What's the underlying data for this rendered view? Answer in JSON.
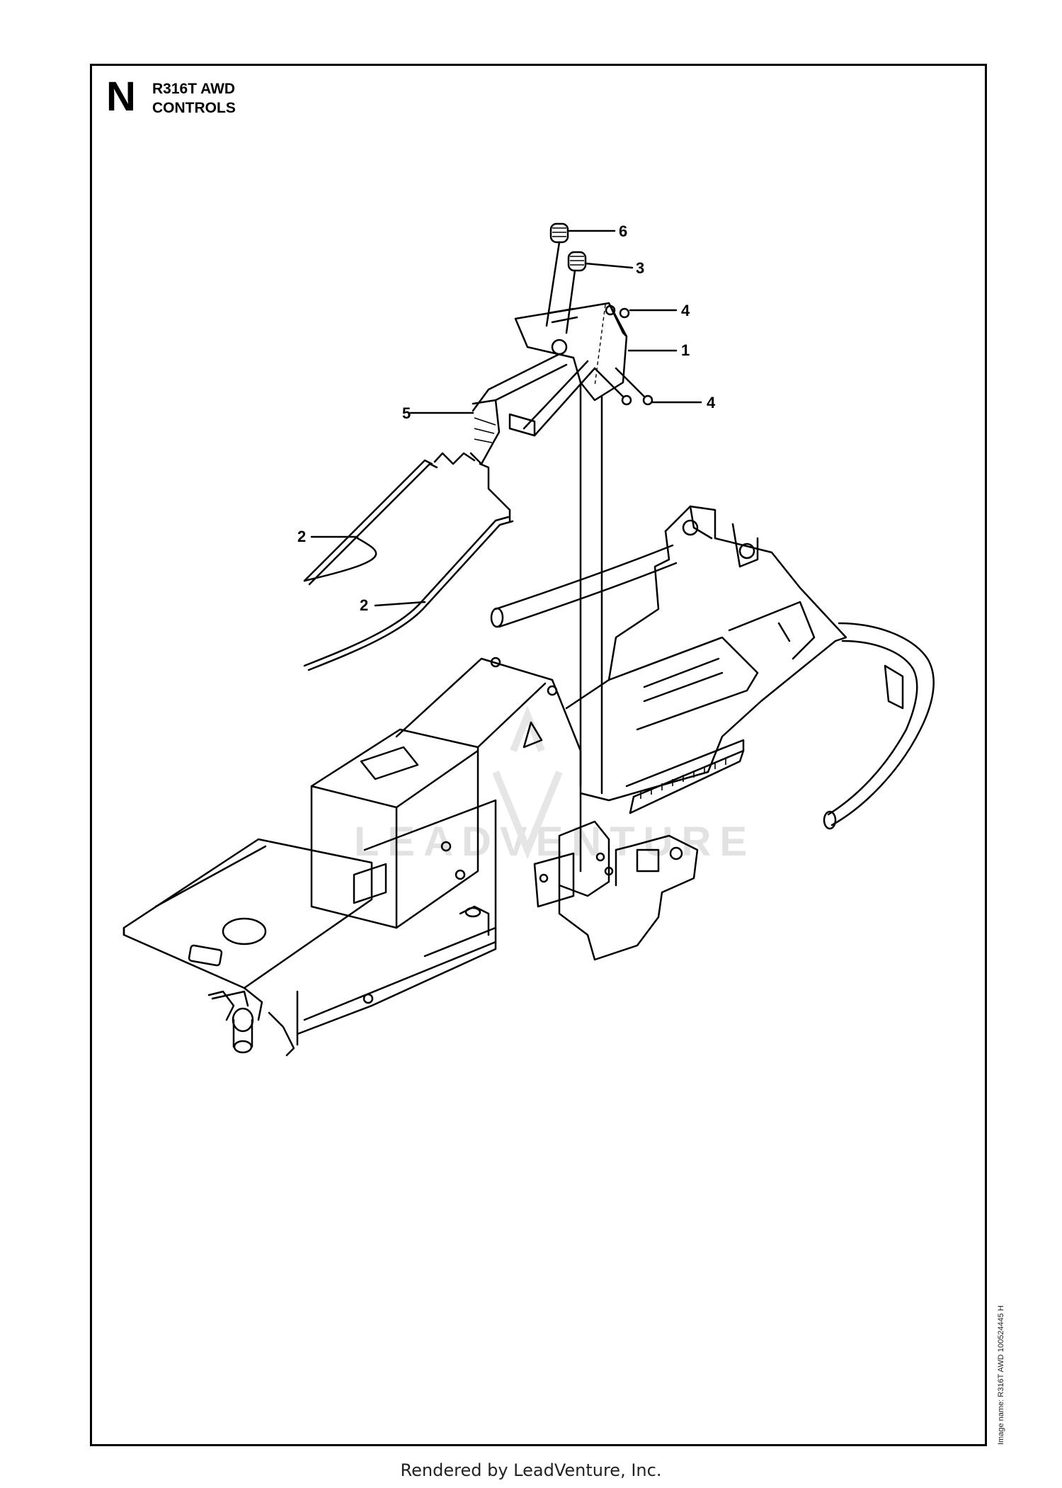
{
  "header": {
    "section_letter": "N",
    "model": "R316T AWD",
    "subtitle": "CONTROLS"
  },
  "callouts": {
    "c6": "6",
    "c3": "3",
    "c4a": "4",
    "c1": "1",
    "c4b": "4",
    "c5": "5",
    "c2a": "2",
    "c2b": "2"
  },
  "watermark": "LEADVENTURE",
  "image_name": "Image name: R316T AWD 100524445 H",
  "footer": "Rendered by LeadVenture, Inc."
}
